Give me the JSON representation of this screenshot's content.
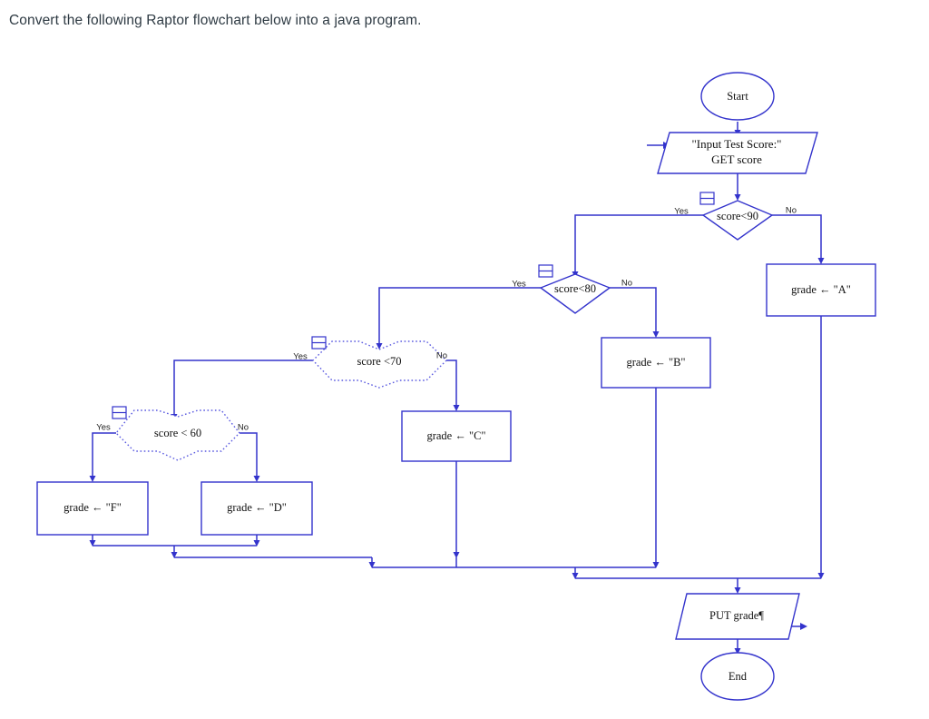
{
  "prompt": {
    "text": "Convert the following Raptor flowchart below into a java program."
  },
  "colors": {
    "shape_stroke": "#3333cc",
    "connector": "#3333cc",
    "text": "#111111",
    "prompt_text": "#2e3a43",
    "background": "#ffffff"
  },
  "flowchart": {
    "title": "Raptor grade assignment flowchart",
    "nodes": {
      "start": {
        "label": "Start",
        "shape": "oval"
      },
      "input": {
        "line1": "\"Input Test Score:\"",
        "line2": "GET score",
        "shape": "parallelogram"
      },
      "decision90": {
        "label": "score<90",
        "shape": "diamond",
        "yes": "Yes",
        "no": "No"
      },
      "decision80": {
        "label": "score<80",
        "shape": "diamond",
        "yes": "Yes",
        "no": "No"
      },
      "decision70": {
        "label": "score <70",
        "shape": "diamond-dotted",
        "yes": "Yes",
        "no": "No"
      },
      "decision60": {
        "label": "score < 60",
        "shape": "diamond-dotted",
        "yes": "Yes",
        "no": "No"
      },
      "gradeA": {
        "label": "grade ← \"A\"",
        "shape": "rect"
      },
      "gradeB": {
        "label": "grade ← \"B\"",
        "shape": "rect"
      },
      "gradeC": {
        "label": "grade ← \"C\"",
        "shape": "rect"
      },
      "gradeD": {
        "label": "grade ← \"D\"",
        "shape": "rect"
      },
      "gradeF": {
        "label": "grade ← \"F\"",
        "shape": "rect"
      },
      "output": {
        "label": "PUT grade¶",
        "shape": "parallelogram"
      },
      "end": {
        "label": "End",
        "shape": "oval"
      }
    }
  }
}
